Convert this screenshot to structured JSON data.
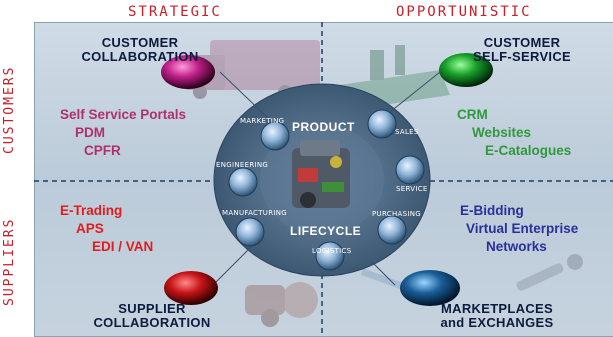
{
  "axes": {
    "top_left": "STRATEGIC",
    "top_right": "OPPORTUNISTIC",
    "left_top": "CUSTOMERS",
    "left_bottom": "SUPPLIERS"
  },
  "quadrants": {
    "tl": {
      "title_line1": "CUSTOMER",
      "title_line2": "COLLABORATION",
      "items": [
        "Self Service Portals",
        "PDM",
        "CPFR"
      ]
    },
    "tr": {
      "title_line1": "CUSTOMER",
      "title_line2": "SELF-SERVICE",
      "items": [
        "CRM",
        "Websites",
        "E-Catalogues"
      ]
    },
    "bl": {
      "title_line1": "SUPPLIER",
      "title_line2": "COLLABORATION",
      "items": [
        "E-Trading",
        "APS",
        "EDI / VAN"
      ]
    },
    "br": {
      "title_line1": "MARKETPLACES",
      "title_line2": "and EXCHANGES",
      "items": [
        "E-Bidding",
        "Virtual Enterprise",
        "Networks"
      ]
    }
  },
  "lifecycle": {
    "title_top": "PRODUCT",
    "title_bottom": "LIFECYCLE",
    "stages": [
      "MARKETING",
      "SALES",
      "ENGINEERING",
      "SERVICE",
      "MANUFACTURING",
      "PURCHASING",
      "LOGISTICS"
    ]
  },
  "colors": {
    "axis": "#c8202a",
    "tl_items": "#b0306e",
    "tr_items": "#2e9a3c",
    "bl_items": "#e01c1c",
    "br_items": "#2a2f9a",
    "orb_magenta": "#c0208a",
    "orb_green": "#18a02a",
    "orb_red": "#c81418",
    "orb_blue": "#1a5f9a"
  }
}
